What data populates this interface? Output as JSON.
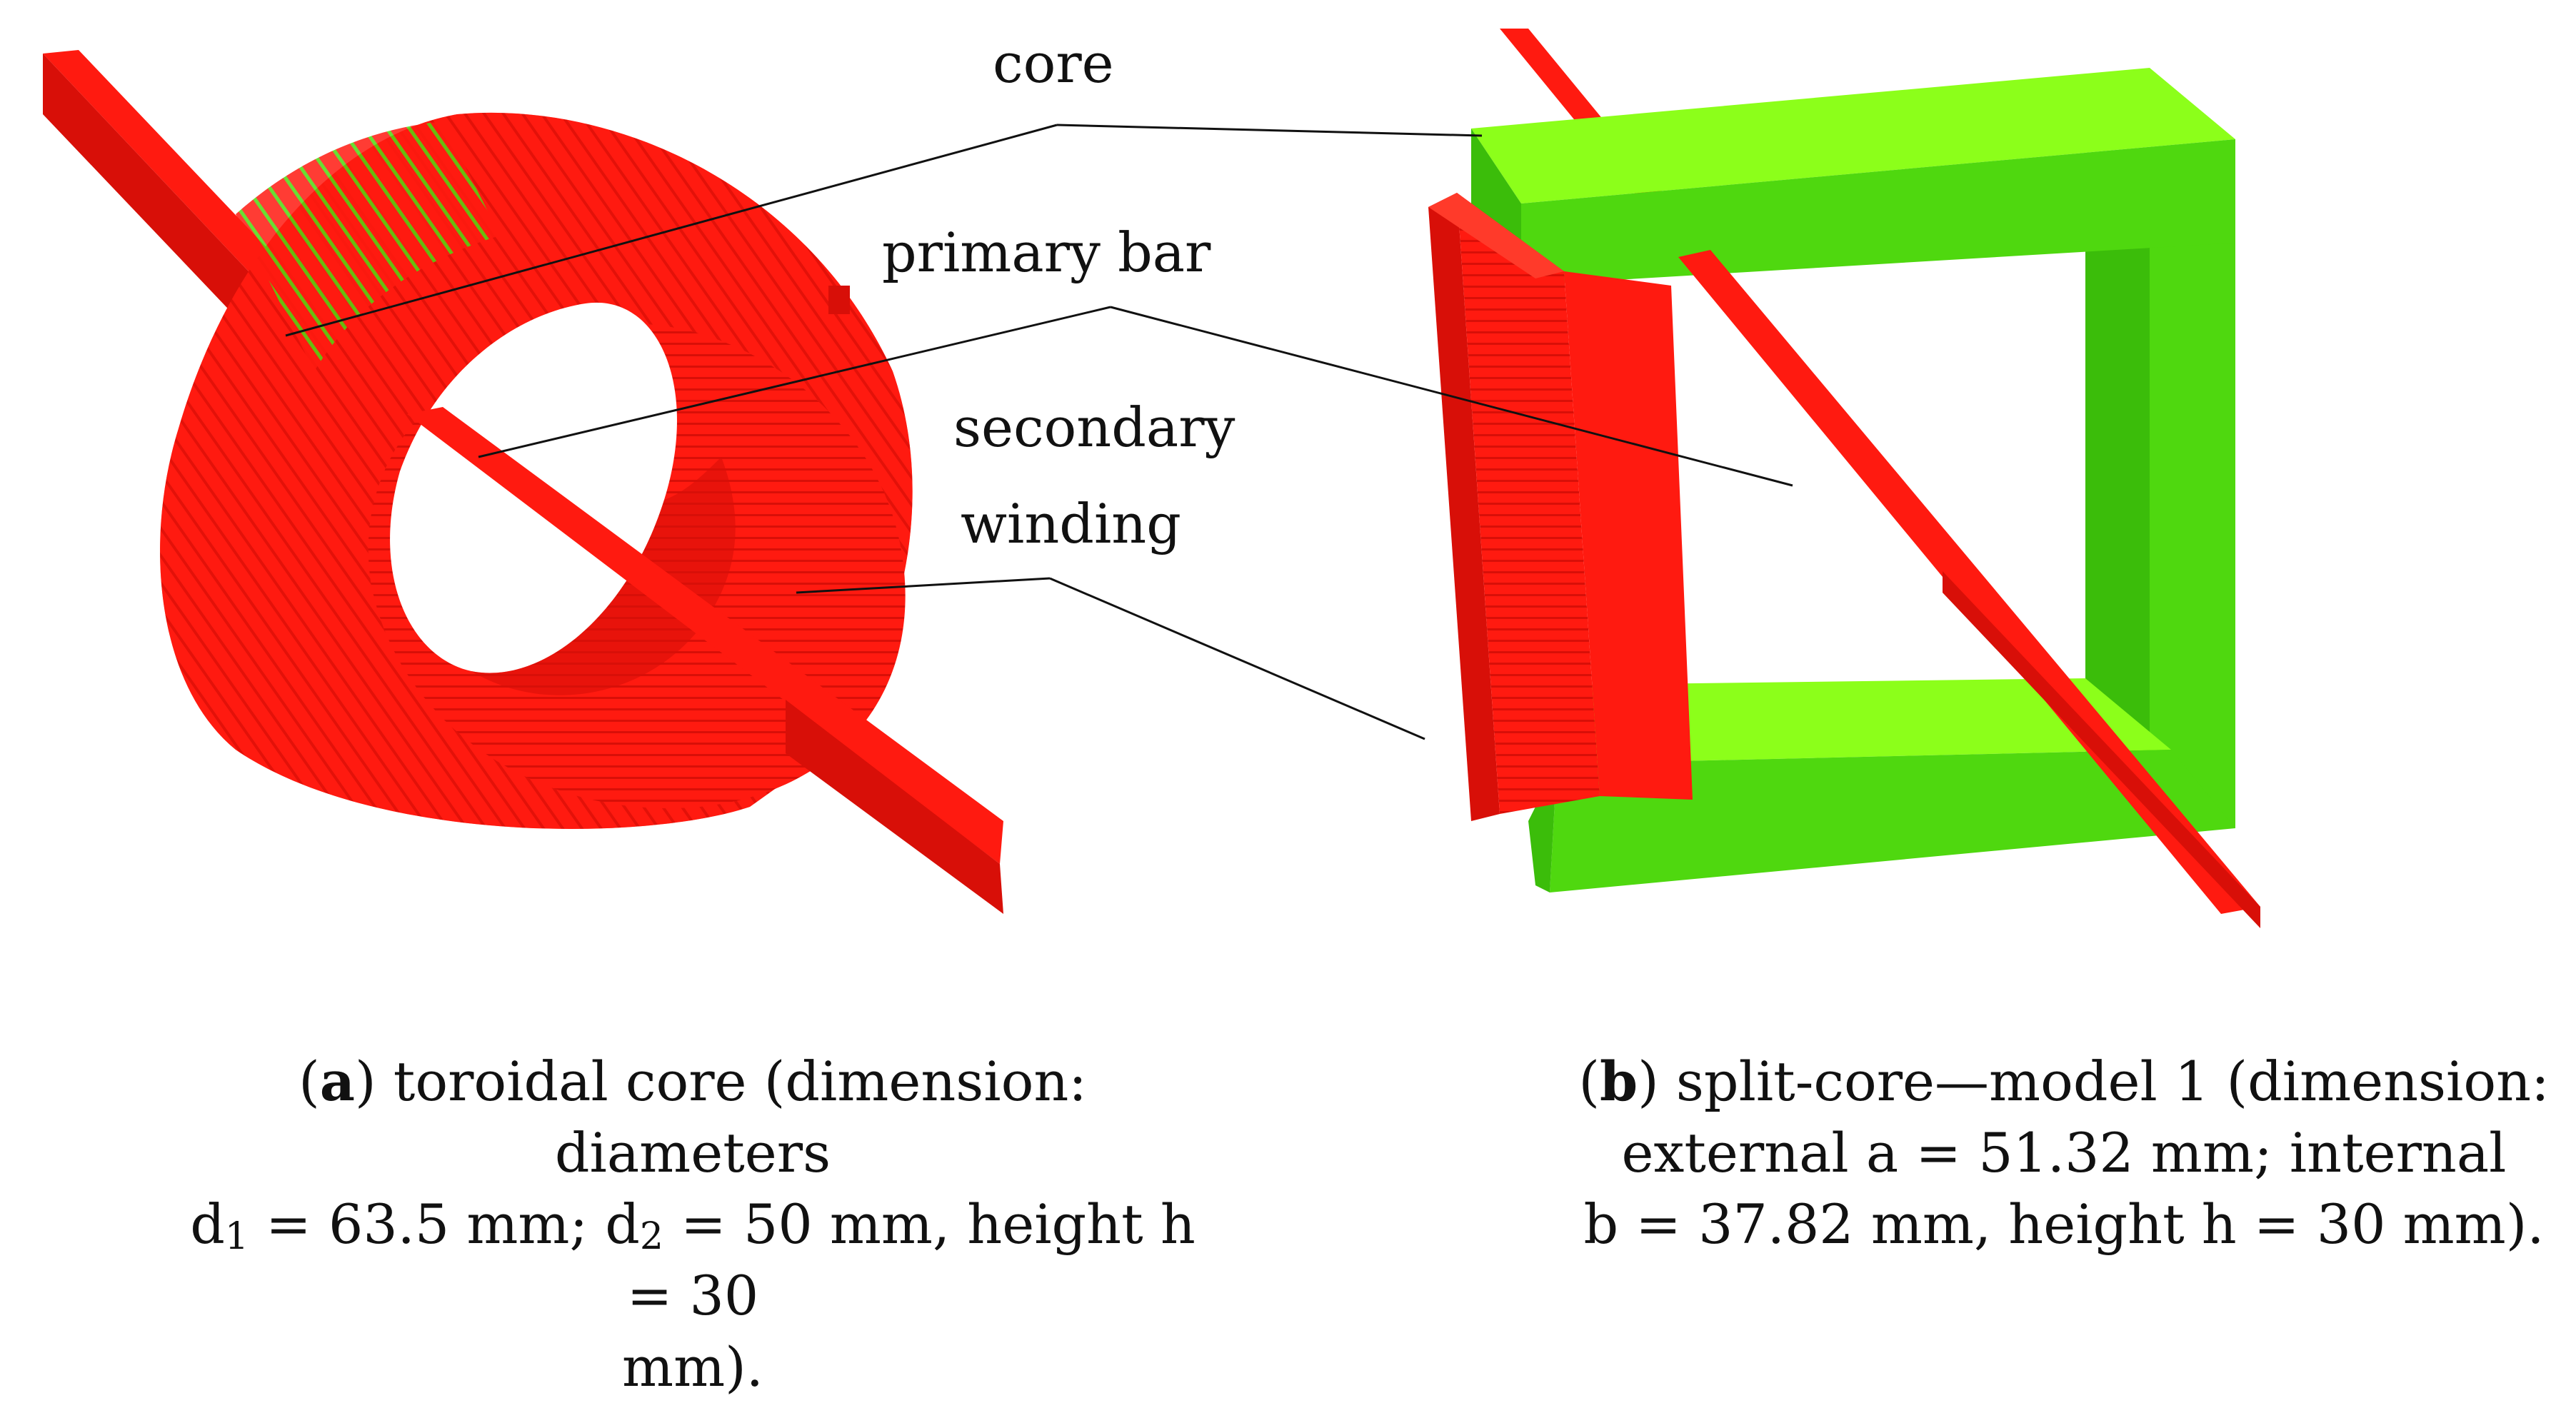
{
  "labels": {
    "core": "core",
    "primary_bar": "primary bar",
    "secondary_line1": "secondary",
    "secondary_line2": "winding"
  },
  "caption_a": {
    "letter": "a",
    "text1": ") toroidal core (dimension: diameters",
    "d": "d",
    "sub1": "1",
    "text2": " = 63.5 mm; d",
    "sub2": "2",
    "text3": " = 50 mm, height h = 30",
    "line3": "mm)."
  },
  "caption_b": {
    "letter": "b",
    "text1": ") split-core—model 1 (dimension:",
    "line2": "external a = 51.32 mm; internal",
    "line3": "b = 37.82 mm, height h = 30 mm)."
  },
  "colors": {
    "winding_red": "#ff1a10",
    "winding_dark": "#d80f08",
    "core_green_light": "#8cff1a",
    "core_green": "#4fd80f",
    "core_green_dark": "#3bbd0a",
    "leader": "#111111"
  }
}
